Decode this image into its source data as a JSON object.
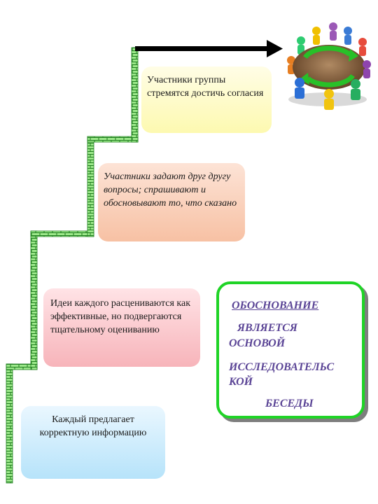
{
  "steps": [
    {
      "text": "Участники группы стремятся достичь согласия"
    },
    {
      "text": "Участники задают друг другу вопросы; спрашивают  и обосновывают то, что сказано"
    },
    {
      "text": "Идеи каждого расцениваются как эффективные, но подвергаются тщательному оцениванию"
    },
    {
      "text": "Каждый предлагает корректную информацию"
    }
  ],
  "callout": {
    "line1": "ОБОСНОВАНИЕ",
    "line2": "ЯВЛЯЕТСЯ",
    "line3": "ОСНОВОЙ",
    "line4": "ИССЛЕДОВАТЕЛЬС",
    "line5": "КОЙ",
    "line6": "БЕСЕДЫ"
  },
  "colors": {
    "stair": "#9de88b",
    "stair_line": "#1e7d1e",
    "callout_border": "#1fd426",
    "callout_text": "#5b4596",
    "arrow": "#000000"
  },
  "icons": {
    "meeting": "round-table-meeting-icon",
    "arrow": "right-arrow-icon"
  }
}
